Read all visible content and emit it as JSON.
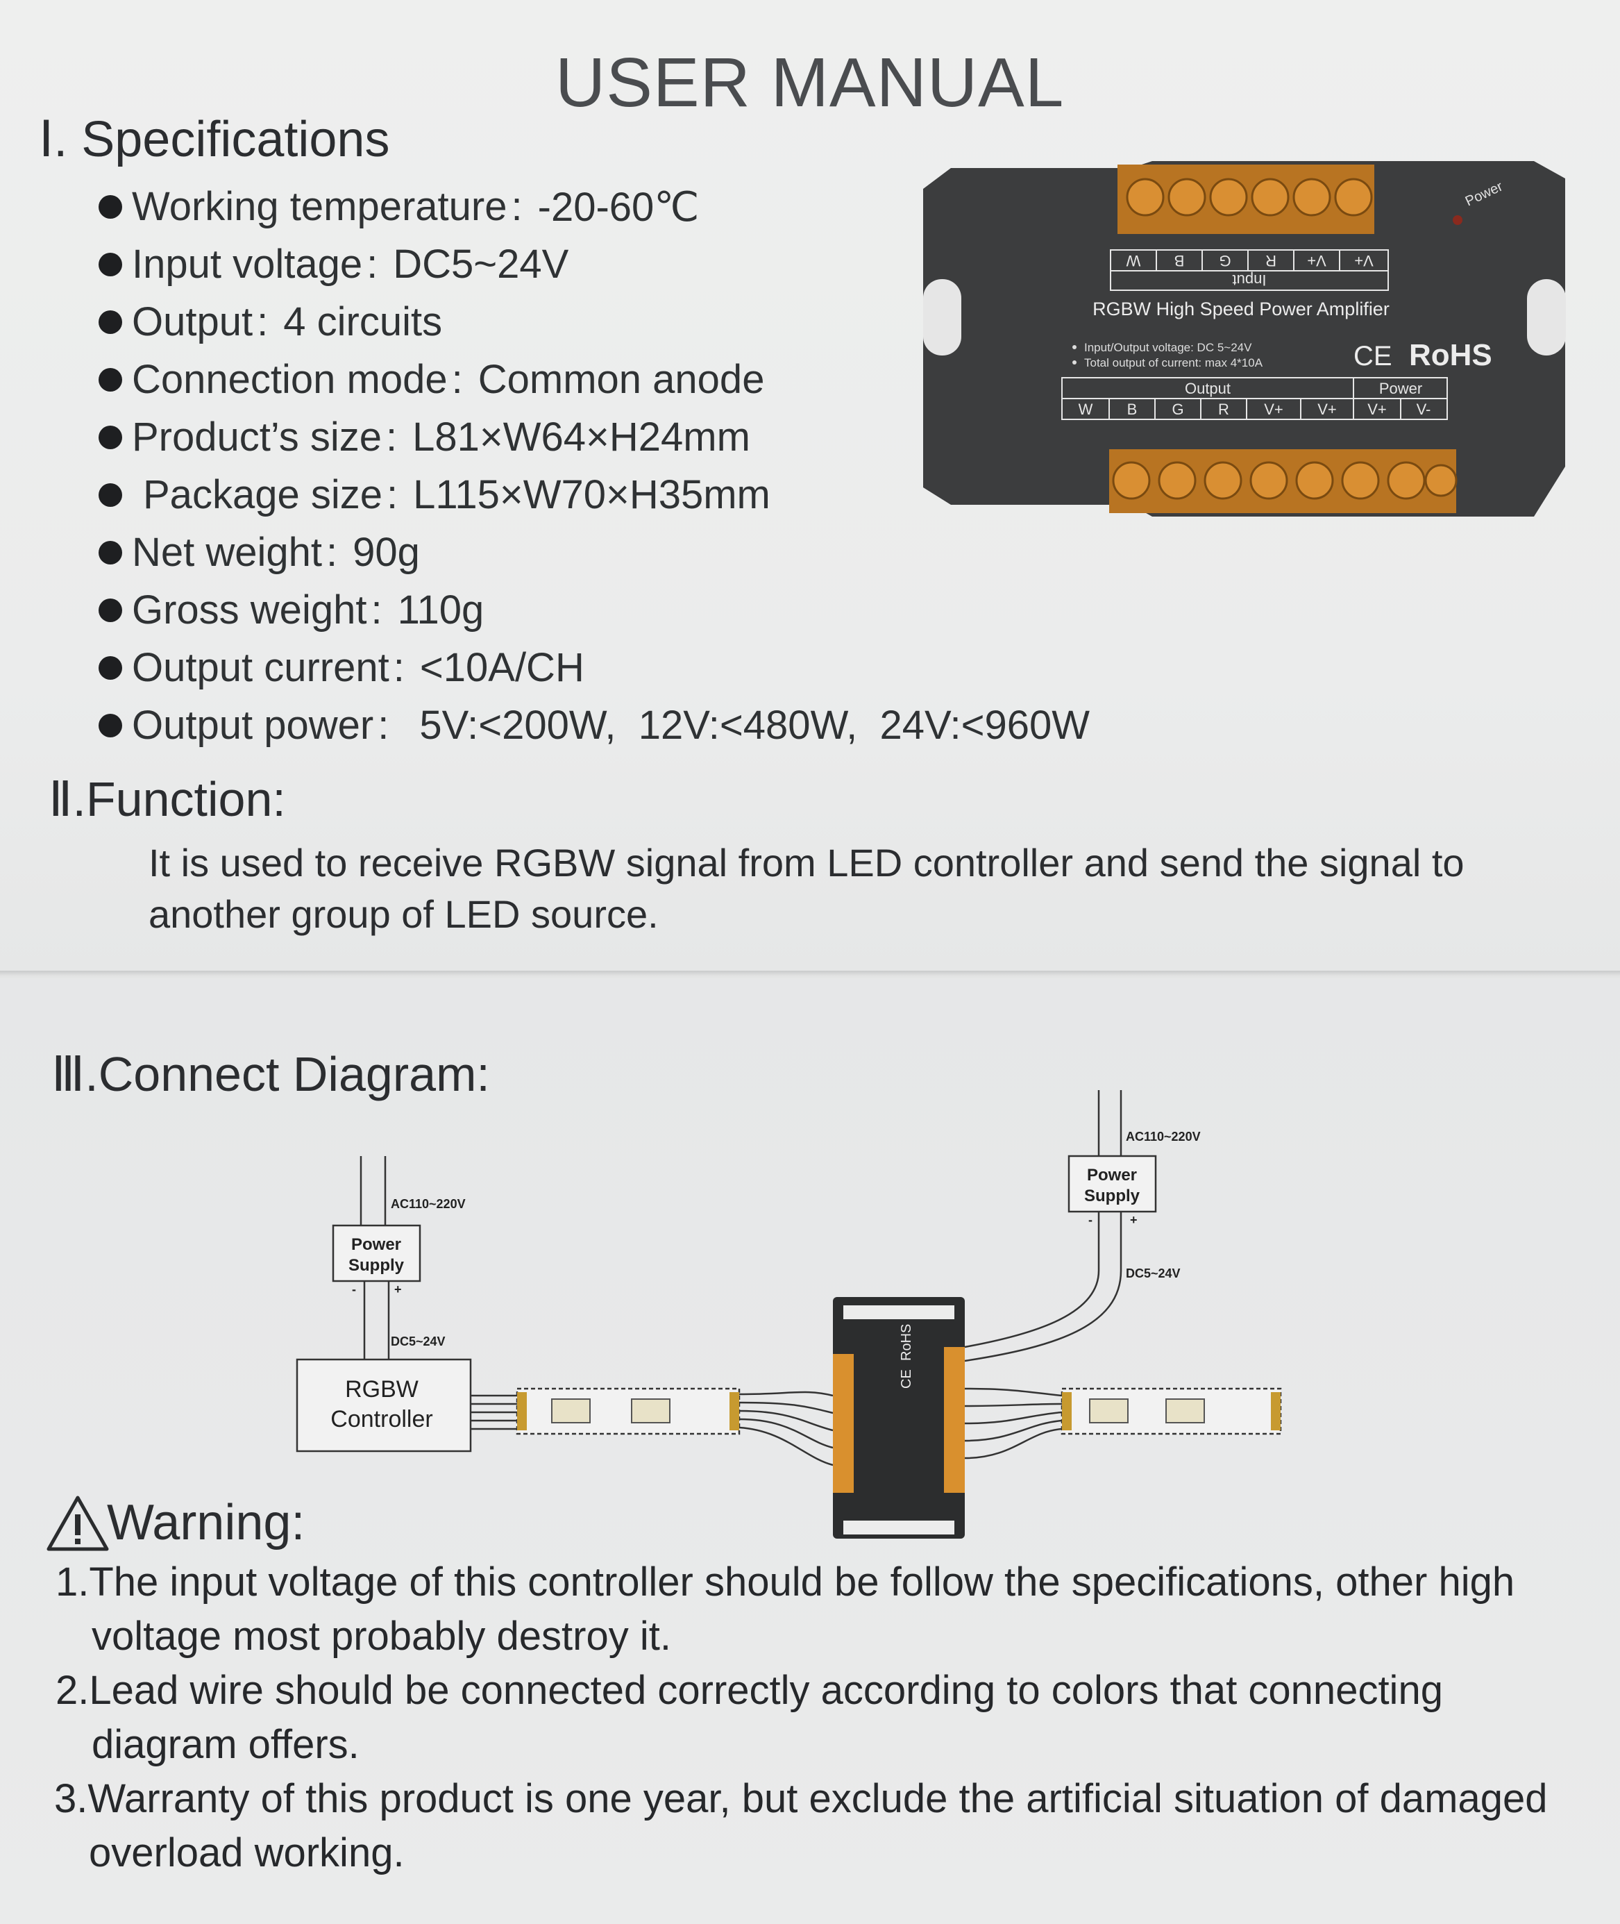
{
  "title": "USER MANUAL",
  "spec": {
    "heading": "Ⅰ. Specifications",
    "items": [
      {
        "label": "Working temperature",
        "value": "-20-60℃"
      },
      {
        "label": "Input voltage",
        "value": "DC5~24V"
      },
      {
        "label": "Output",
        "value": "4 circuits"
      },
      {
        "label": "Connection mode",
        "value": "Common anode"
      },
      {
        "label": "Product’s size",
        "value": "L81×W64×H24mm"
      },
      {
        "label": "Package size",
        "value": "L115×W70×H35mm"
      },
      {
        "label": "Net weight",
        "value": "90g"
      },
      {
        "label": "Gross weight",
        "value": "110g"
      },
      {
        "label": "Output current",
        "value": "<10A/CH"
      },
      {
        "label": "Output power",
        "value": "5V:<200W,  12V:<480W,  24V:<960W"
      }
    ]
  },
  "device": {
    "input_label": "Input",
    "input_terminals": [
      "W",
      "B",
      "G",
      "R",
      "V+",
      "V+"
    ],
    "name": "RGBW High Speed Power Amplifier",
    "spec_line1": "Input/Output voltage: DC 5~24V",
    "spec_line2": "Total output of current: max 4*10A",
    "ce": "CE",
    "rohs": "RoHS",
    "power_indicator": "Power",
    "output_label": "Output",
    "power_label": "Power",
    "output_terminals": [
      "W",
      "B",
      "G",
      "R",
      "V+",
      "V+"
    ],
    "power_terminals": [
      "V+",
      "V-"
    ]
  },
  "function": {
    "heading": "Ⅱ.Function:",
    "line1": "It is used to receive RGBW signal from LED controller and send the signal to",
    "line2": "another group of LED source."
  },
  "diagram": {
    "heading": "Ⅲ.Connect Diagram:",
    "psu_left_line1": "Power",
    "psu_left_line2": "Supply",
    "psu_right_line1": "Power",
    "psu_right_line2": "Supply",
    "ac_left": "AC110~220V",
    "ac_right": "AC110~220V",
    "dc_left": "DC5~24V",
    "dc_right": "DC5~24V",
    "controller_line1": "RGBW",
    "controller_line2": "Controller",
    "minus": "-",
    "plus": "+",
    "amp_rohs": "RoHS",
    "amp_ce": "CE"
  },
  "warning": {
    "heading": "Warning:",
    "items": [
      {
        "line1": "1.The input voltage of this controller should be follow the specifications, other high",
        "line2": "voltage most probably destroy it."
      },
      {
        "line1": "2.Lead wire should be connected correctly according to colors that connecting",
        "line2": "diagram offers."
      },
      {
        "line1": "3.Warranty of this product is one year, but exclude the artificial situation of damaged",
        "line2": "overload working."
      }
    ]
  },
  "colors": {
    "text": "#2b2d30",
    "device_body": "#3b3c3d",
    "terminal": "#d38a2c"
  }
}
